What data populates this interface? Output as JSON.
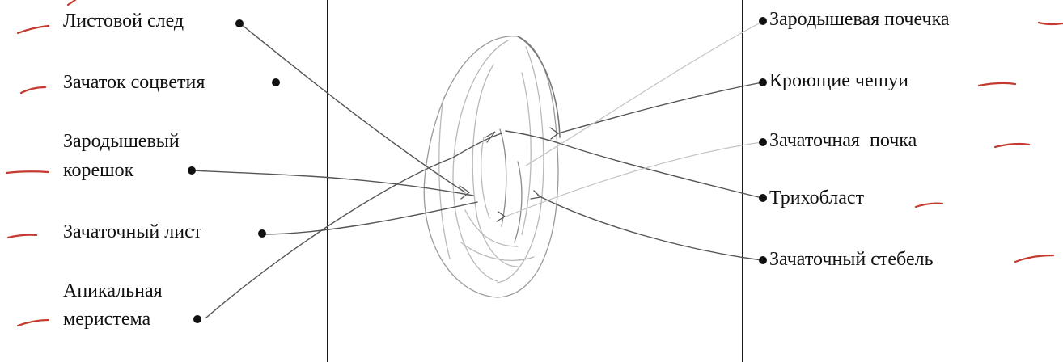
{
  "labels": {
    "left": [
      {
        "id": "listovoi-sled",
        "text": "Листовой след"
      },
      {
        "id": "zachatok-socvetiya",
        "text": "Зачаток соцветия"
      },
      {
        "id": "zarodyshevyi-koreshok-1",
        "text": "Зародышевый"
      },
      {
        "id": "zarodyshevyi-koreshok-2",
        "text": "корешок"
      },
      {
        "id": "zachatochnyi-list",
        "text": "Зачаточный лист"
      },
      {
        "id": "apikalnaya-meristema-1",
        "text": "Апикальная"
      },
      {
        "id": "apikalnaya-meristema-2",
        "text": "меристема"
      }
    ],
    "right": [
      {
        "id": "zarodyshevaya-pochechka",
        "text": "Зародышевая почечка"
      },
      {
        "id": "kroyushchie-cheshui",
        "text": "Кроющие чешуи"
      },
      {
        "id": "zachatochnaya-pochka",
        "text": "Зачаточная  почка"
      },
      {
        "id": "trikhoblast",
        "text": "Трихобласт"
      },
      {
        "id": "zachatochnyi-stebel",
        "text": "Зачаточный стебель"
      }
    ]
  },
  "colors": {
    "text": "#111111",
    "frame": "#1a1a1a",
    "connector": "#555555",
    "connector_light": "#c4c4c4",
    "marker": "#c43a2e",
    "sketch": "#b9b9b9"
  }
}
